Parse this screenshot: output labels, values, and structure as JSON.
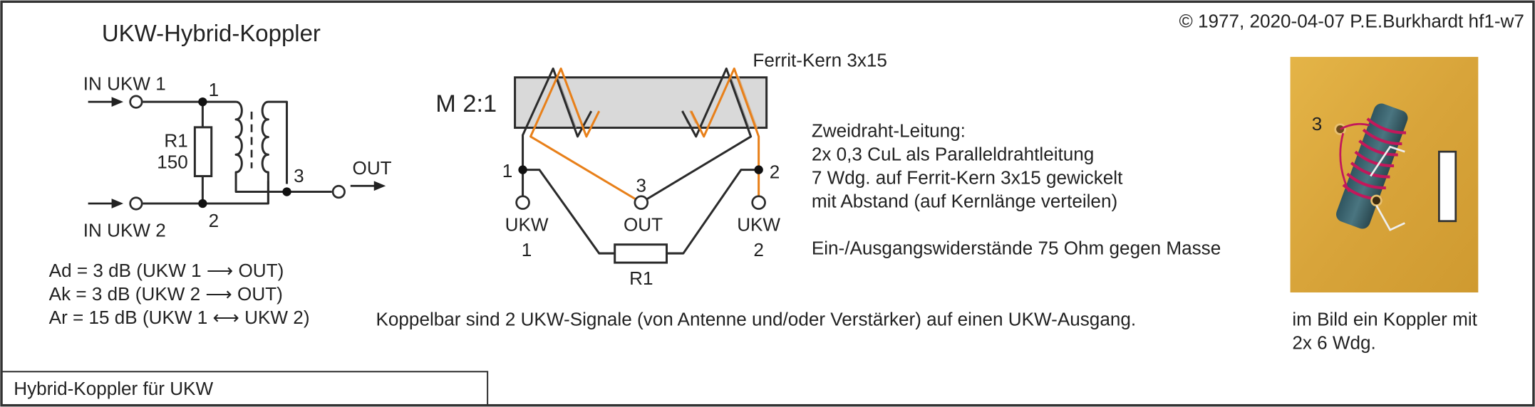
{
  "title": "UKW-Hybrid-Koppler",
  "copyright": "© 1977, 2020-04-07 P.E.Burkhardt hf1-w7",
  "caption": "Hybrid-Koppler für UKW",
  "schematic": {
    "in1": "IN UKW 1",
    "in2": "IN UKW 2",
    "out": "OUT",
    "r1": "R1",
    "r1_value": "150",
    "node1": "1",
    "node2": "2",
    "node3": "3"
  },
  "formulas": [
    "Ad = 3 dB (UKW 1 ⟶ OUT)",
    "Ak = 3 dB (UKW 2 ⟶ OUT)",
    "Ar = 15 dB (UKW 1 ⟷ UKW 2)"
  ],
  "winding": {
    "ratio": "M 2:1",
    "core_label": "Ferrit-Kern 3x15",
    "node1": "1",
    "node2": "2",
    "node3": "3",
    "ukw1_a": "UKW",
    "ukw1_b": "1",
    "out": "OUT",
    "ukw2_a": "UKW",
    "ukw2_b": "2",
    "r1": "R1"
  },
  "notes": [
    "Zweidraht-Leitung:",
    "2x 0,3 CuL als Paralleldrahtleitung",
    "7 Wdg. auf Ferrit-Kern 3x15 gewickelt",
    "mit Abstand (auf Kernlänge verteilen)",
    "Ein-/Ausgangswiderstände 75 Ohm gegen Masse"
  ],
  "summary": "Koppelbar sind 2 UKW-Signale (von Antenne und/oder Verstärker) auf einen UKW-Ausgang.",
  "photo": {
    "label": "3",
    "caption_1": "im Bild ein Koppler mit",
    "caption_2": "2x 6 Wdg."
  },
  "colors": {
    "wire_a": "#2b2b2b",
    "wire_b": "#e8801a",
    "core": "#d9d9d9"
  }
}
